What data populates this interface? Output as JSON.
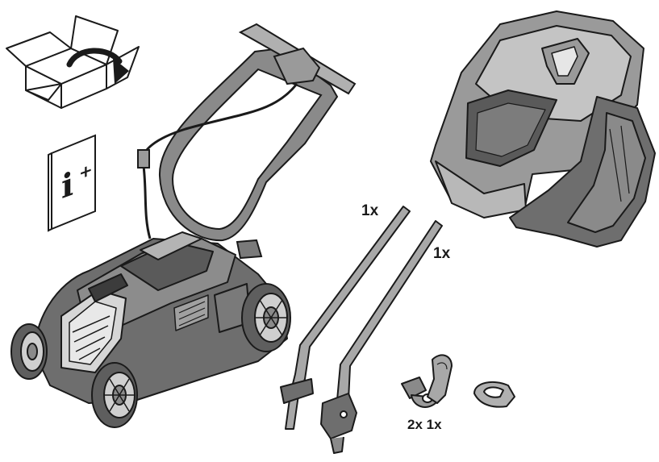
{
  "diagram": {
    "quantities": {
      "upper_handle": "1x",
      "lower_handle": "1x",
      "clamps": "2x 1x"
    },
    "manual_icon": {
      "symbol": "i",
      "superscript": "+"
    }
  },
  "icons": [
    "open-box-icon",
    "manual-info-icon"
  ],
  "colors": {
    "outline": "#1a1a1a",
    "body_dark": "#6e6e6e",
    "body_mid": "#9a9a9a",
    "body_light": "#c8c8c8",
    "highlight": "#e6e6e6"
  }
}
